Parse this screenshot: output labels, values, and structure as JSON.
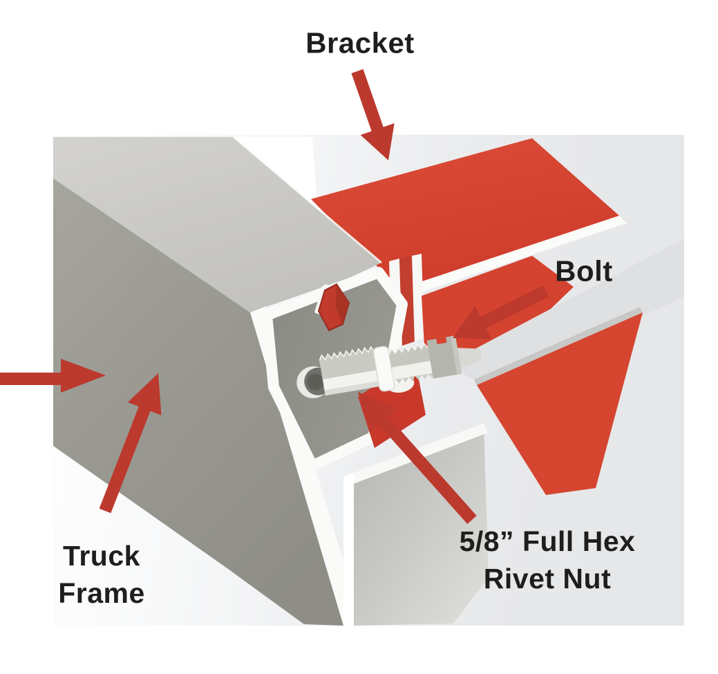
{
  "figure": {
    "description": "Cutaway 3D technical illustration showing a red bracket fastened to a gray truck frame rail with a bolt threaded into a 5/8” full hex rivet nut.",
    "type": "technical-illustration"
  },
  "labels": {
    "bracket": "Bracket",
    "bolt": "Bolt",
    "truck_frame_line1": "Truck",
    "truck_frame_line2": "Frame",
    "rivet_nut_line1": "5/8” Full Hex",
    "rivet_nut_line2": "Rivet Nut"
  },
  "callouts": [
    {
      "label": "Bracket",
      "arrow_direction": "down-right",
      "points_to": "bracket top plate"
    },
    {
      "label": "Bolt",
      "arrow_direction": "down-left",
      "points_to": "bolt shank"
    },
    {
      "label": "Truck Frame",
      "arrow_direction": "right",
      "points_to": "frame side wall"
    },
    {
      "label": "Truck Frame",
      "arrow_direction": "up-right",
      "points_to": "frame side wall"
    },
    {
      "label": "5/8” Full Hex Rivet Nut",
      "arrow_direction": "up-left",
      "points_to": "rivet nut sleeve"
    }
  ],
  "colors": {
    "bracket_red": "#d5422f",
    "arrow_red": "#bc392e",
    "frame_side_gray": "#9b9b93",
    "frame_top_gray": "#c7c6c2",
    "cavity_gray": "#8f8f89",
    "background_panel_gray": "#e7e8ea",
    "cut_face_white": "#fafaf8"
  }
}
